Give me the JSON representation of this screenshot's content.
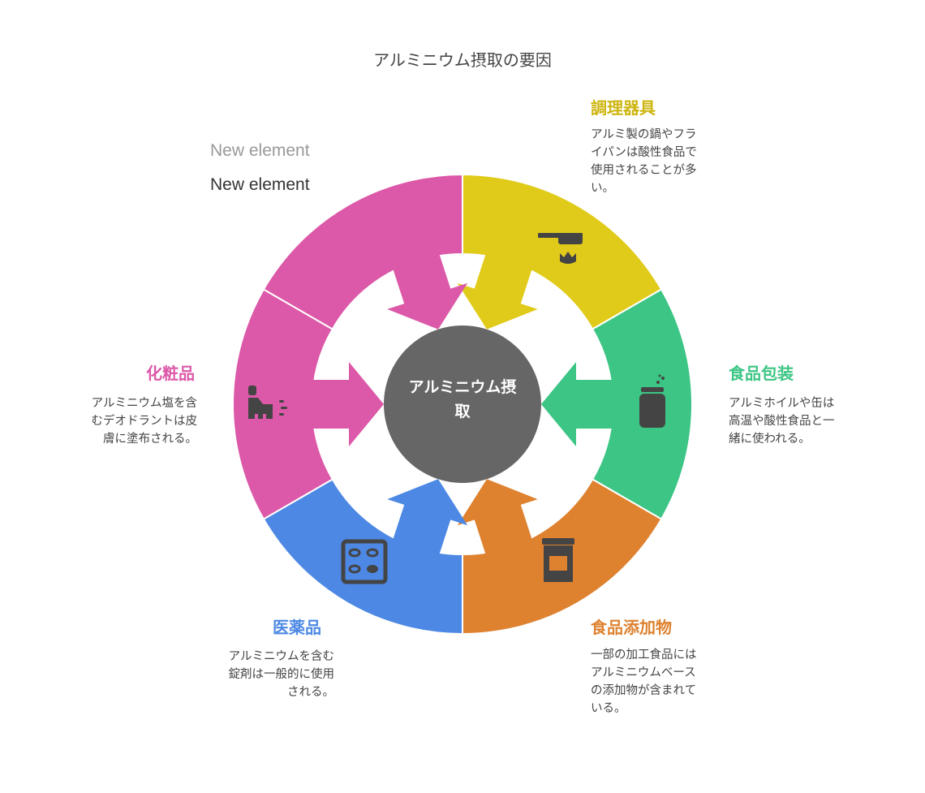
{
  "title": "アルミニウム摂取の要因",
  "center": {
    "lines": [
      "アルミニウム摂",
      "取"
    ]
  },
  "new_elements": [
    "New element",
    "New element"
  ],
  "colors": {
    "yellow": "#E0CB1A",
    "green": "#3CC584",
    "orange": "#DE8230",
    "blue": "#4C88E4",
    "pink": "#DC58A8",
    "center": "#666666",
    "icon": "#444444"
  },
  "factors": {
    "cookware": {
      "title": "調理器具",
      "lines": [
        "アルミ製の鍋やフラ",
        "イパンは酸性食品で",
        "使用されることが多",
        "い。"
      ],
      "icon": "pan-on-flame-icon"
    },
    "packaging": {
      "title": "食品包装",
      "lines": [
        "アルミホイルや缶は",
        "高温や酸性食品と一",
        "緒に使われる。"
      ],
      "icon": "jar-icon"
    },
    "additives": {
      "title": "食品添加物",
      "lines": [
        "一部の加工食品には",
        "アルミニウムベース",
        "の添加物が含まれて",
        "いる。"
      ],
      "icon": "shop-jar-icon"
    },
    "medicine": {
      "title": "医薬品",
      "lines": [
        "アルミニウムを含む",
        "錠剤は一般的に使用",
        "される。"
      ],
      "icon": "pill-pack-icon"
    },
    "cosmetics": {
      "title": "化粧品",
      "lines": [
        "アルミニウム塩を含",
        "むデオドラントは皮",
        "膚に塗布される。"
      ],
      "icon": "spray-icon"
    }
  }
}
